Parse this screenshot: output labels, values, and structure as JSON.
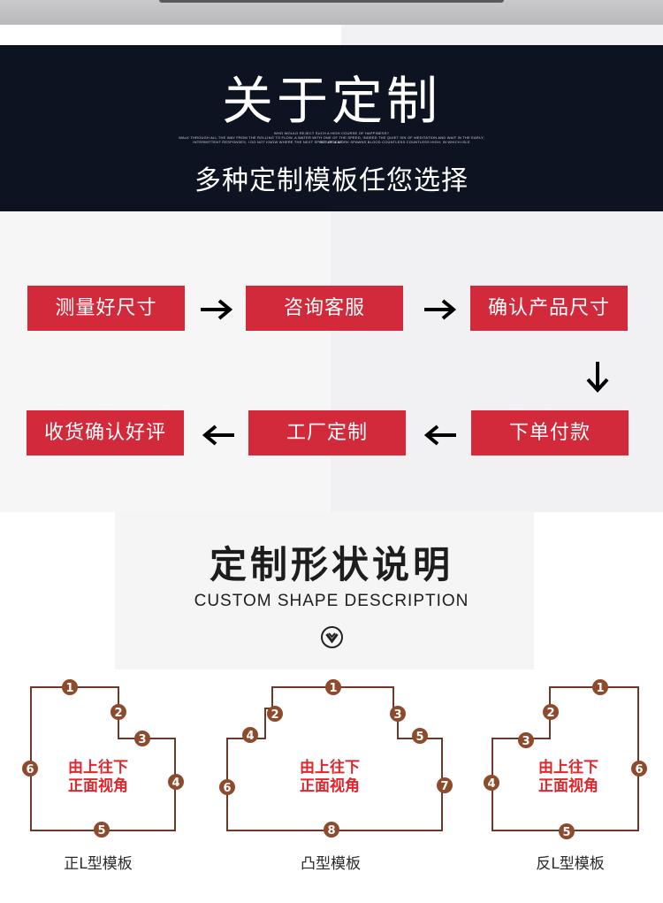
{
  "banner": {
    "title": "关于定制",
    "fine_print": [
      "WHO WOULD REJECT SUCH A HIGH COURSE OF HAPPINESS?",
      "WALK THROUGH ALL THE WAY FROM THE ROLLING TO FLOW, A WATER WITH ONE OF THE SPEED, INDEED THE QUIET SIN OF MEDITATION AND WAIT IN THE EARLY, SO URGENT.",
      "INTERMITTENT RESPONSES, I DO NOT KNOW WHERE THE NEXT SPIRIT OF A WORK SPAWNS BLOOD COUNTLESS COUNTLESS HIGH, IN WHICH ISLE"
    ],
    "subtitle": "多种定制模板任您选择"
  },
  "process": {
    "steps": [
      "测量好尺寸",
      "咨询客服",
      "确认产品尺寸",
      "下单付款",
      "工厂定制",
      "收货确认好评"
    ]
  },
  "shapes": {
    "title": "定制形状说明",
    "subtitle_en": "CUSTOM SHAPE DESCRIPTION",
    "center_line1": "由上往下",
    "center_line2": "正面视角",
    "templates": [
      {
        "label": "正L型模板",
        "markers": [
          "1",
          "2",
          "3",
          "4",
          "5",
          "6"
        ]
      },
      {
        "label": "凸型模板",
        "markers": [
          "1",
          "2",
          "3",
          "4",
          "5",
          "6",
          "7",
          "8"
        ]
      },
      {
        "label": "反L型模板",
        "markers": [
          "1",
          "2",
          "3",
          "4",
          "5",
          "6"
        ]
      }
    ]
  },
  "colors": {
    "banner_bg": "#0e1322",
    "step_red": "#d22a3b",
    "marker_brown": "#8e4a2c",
    "outline_brown": "#6b3a28",
    "center_text_red": "#e1252b"
  }
}
